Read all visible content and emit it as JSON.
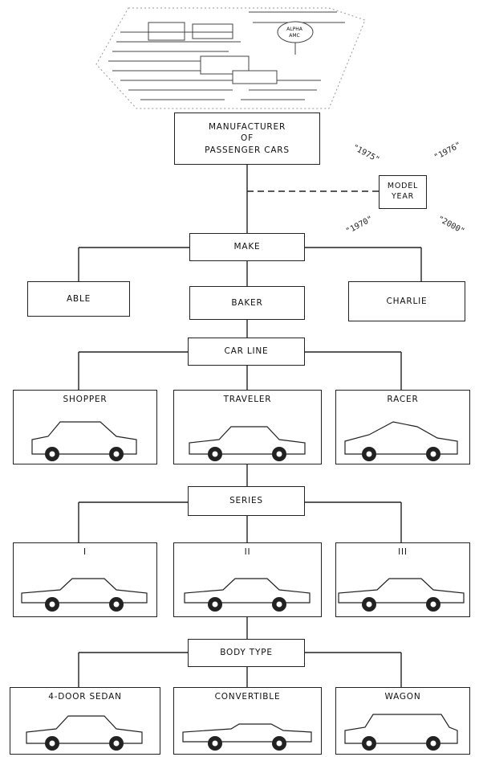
{
  "diagram": {
    "root": "MANUFACTURER\nOF\nPASSENGER CARS",
    "plant_sign": "ALPHA\nAMC",
    "model_year": {
      "label": "MODEL\nYEAR",
      "years": [
        "\"1975\"",
        "\"1976\"",
        "\"1970\"",
        "\"2000\""
      ]
    },
    "make": {
      "label": "MAKE",
      "items": [
        "ABLE",
        "BAKER",
        "CHARLIE"
      ]
    },
    "car_line": {
      "label": "CAR LINE",
      "items": [
        "SHOPPER",
        "TRAVELER",
        "RACER"
      ]
    },
    "series": {
      "label": "SERIES",
      "items": [
        "I",
        "II",
        "III"
      ]
    },
    "body_type": {
      "label": "BODY TYPE",
      "items": [
        "4-DOOR SEDAN",
        "CONVERTIBLE",
        "WAGON"
      ]
    }
  }
}
